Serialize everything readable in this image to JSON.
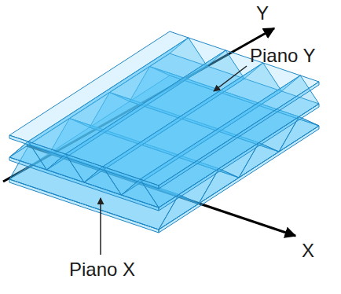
{
  "diagram": {
    "labels": [
      "Y",
      "Piano Y",
      "Piano X",
      "X"
    ]
  }
}
